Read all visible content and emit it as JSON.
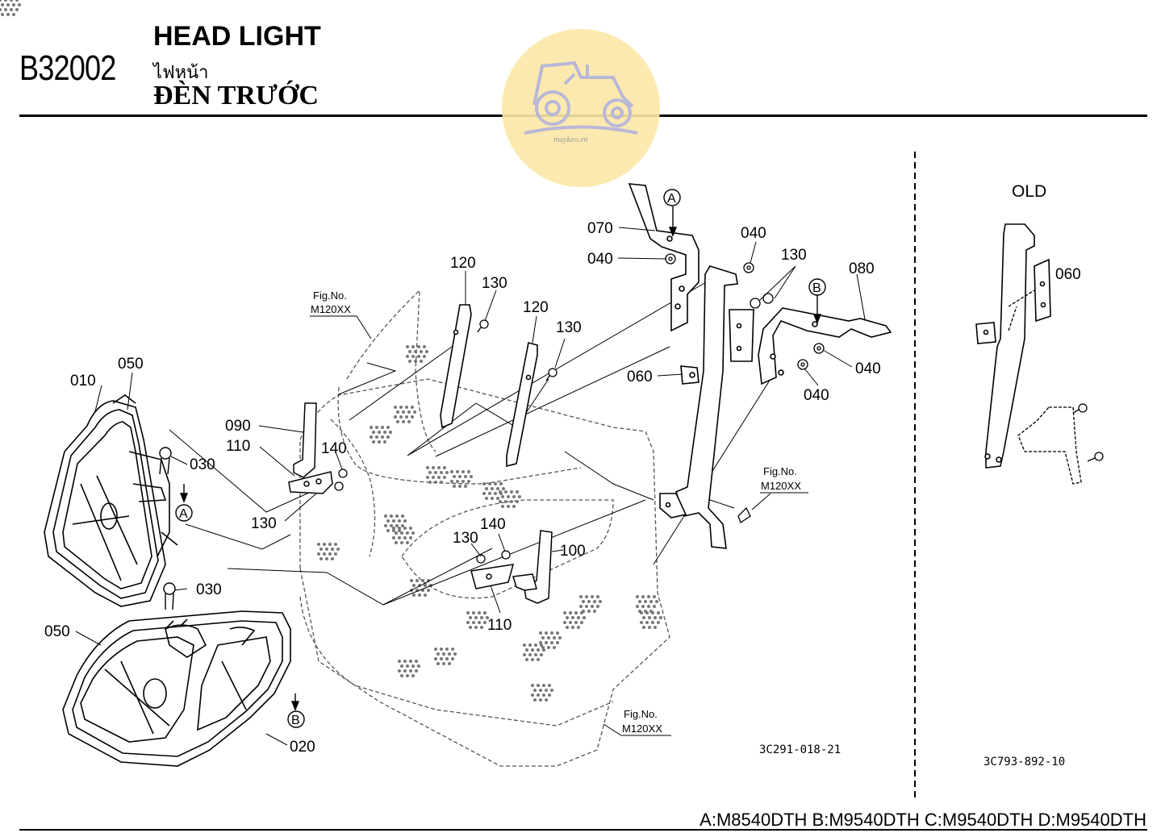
{
  "header": {
    "page_code": "B32002",
    "title_en": "HEAD LIGHT",
    "title_th": "ไฟหน้า",
    "title_vi": "ĐÈN TRƯỚC"
  },
  "watermark": {
    "text": "maykeo.vn"
  },
  "old_label": "OLD",
  "parts": {
    "p010": "010",
    "p020": "020",
    "p030a": "030",
    "p030b": "030",
    "p040a": "040",
    "p040b": "040",
    "p040c": "040",
    "p040d": "040",
    "p050a": "050",
    "p050b": "050",
    "p060a": "060",
    "p060b": "060",
    "p070": "070",
    "p080": "080",
    "p090": "090",
    "p100": "100",
    "p110a": "110",
    "p110b": "110",
    "p120a": "120",
    "p120b": "120",
    "p130a": "130",
    "p130b": "130",
    "p130c": "130",
    "p130d": "130",
    "p130e": "130",
    "p140a": "140",
    "p140b": "140"
  },
  "letters": {
    "A1": "A",
    "A2": "A",
    "B1": "B",
    "B2": "B"
  },
  "fig_refs": {
    "f1_label": "Fig.No.",
    "f1_code": "M120XX",
    "f2_label": "Fig.No.",
    "f2_code": "M120XX",
    "f3_label": "Fig.No.",
    "f3_code": "M120XX"
  },
  "drawing_refs": {
    "main": "3C291-018-21",
    "old": "3C793-892-10"
  },
  "models_line": "A:M8540DTH B:M9540DTH C:M9540DTH D:M9540DTH"
}
